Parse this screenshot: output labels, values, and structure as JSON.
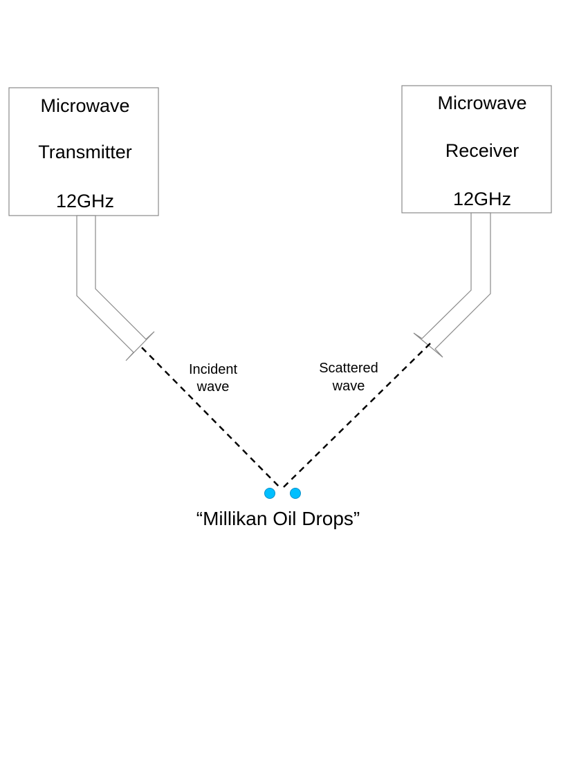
{
  "colors": {
    "drop": "#00BFFF",
    "outline": "#8a8a8a",
    "beam": "#000000"
  },
  "transmitter": {
    "line1": "Microwave",
    "line2": "Transmitter",
    "line3": "12GHz"
  },
  "receiver": {
    "line1": "Microwave",
    "line2": "Receiver",
    "line3": "12GHz"
  },
  "incident_wave": {
    "line1": "Incident",
    "line2": "wave"
  },
  "scattered_wave": {
    "line1": "Scattered",
    "line2": "wave"
  },
  "target": {
    "caption": "“Millikan Oil Drops”",
    "drop_count": 2
  }
}
